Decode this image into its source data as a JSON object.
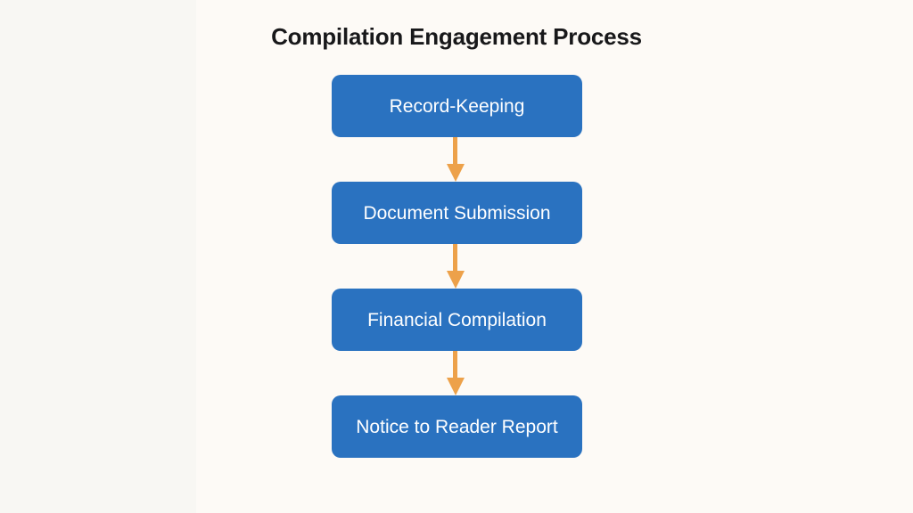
{
  "diagram": {
    "title": "Compilation Engagement Process",
    "type": "vertical-flowchart",
    "colors": {
      "background": "#f8f7f3",
      "panel": "#fdfaf6",
      "node_fill": "#2a72c0",
      "node_text": "#ffffff",
      "arrow": "#eda14a",
      "title_text": "#18181a"
    },
    "nodes": [
      {
        "id": "record-keeping",
        "label": "Record-Keeping",
        "order": 1
      },
      {
        "id": "document-submission",
        "label": "Document Submission",
        "order": 2
      },
      {
        "id": "financial-compilation",
        "label": "Financial Compilation",
        "order": 3
      },
      {
        "id": "notice-to-reader-report",
        "label": "Notice to Reader Report",
        "order": 4
      }
    ],
    "connectors": [
      {
        "id": "arrow-1",
        "from": "record-keeping",
        "to": "document-submission",
        "direction": "down",
        "icon": "arrow-down-icon"
      },
      {
        "id": "arrow-2",
        "from": "document-submission",
        "to": "financial-compilation",
        "direction": "down",
        "icon": "arrow-down-icon"
      },
      {
        "id": "arrow-3",
        "from": "financial-compilation",
        "to": "notice-to-reader-report",
        "direction": "down",
        "icon": "arrow-down-icon"
      }
    ]
  }
}
